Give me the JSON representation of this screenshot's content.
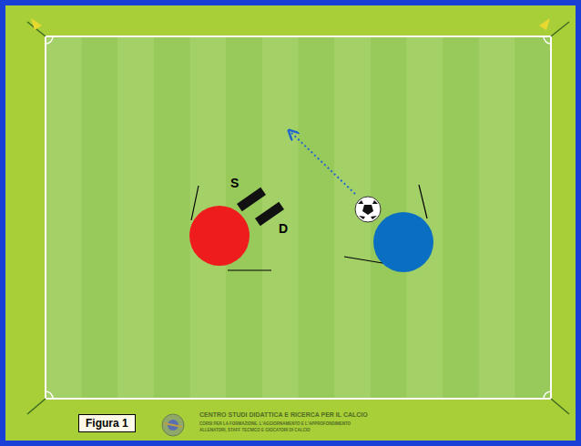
{
  "diagram": {
    "caption": "Figura 1",
    "labels": [
      "S",
      "D",
      "CENTRO STUDI DIDATTICA E RICERCA PER IL CALCIO",
      "CORSI PER LA FORMAZIONE, L'AGGIORNAMENTO E L'APPROFONDIMENTO",
      "ALLENATORI, STAFF TECNICO E GIOCATORI DI CALCIO"
    ]
  }
}
